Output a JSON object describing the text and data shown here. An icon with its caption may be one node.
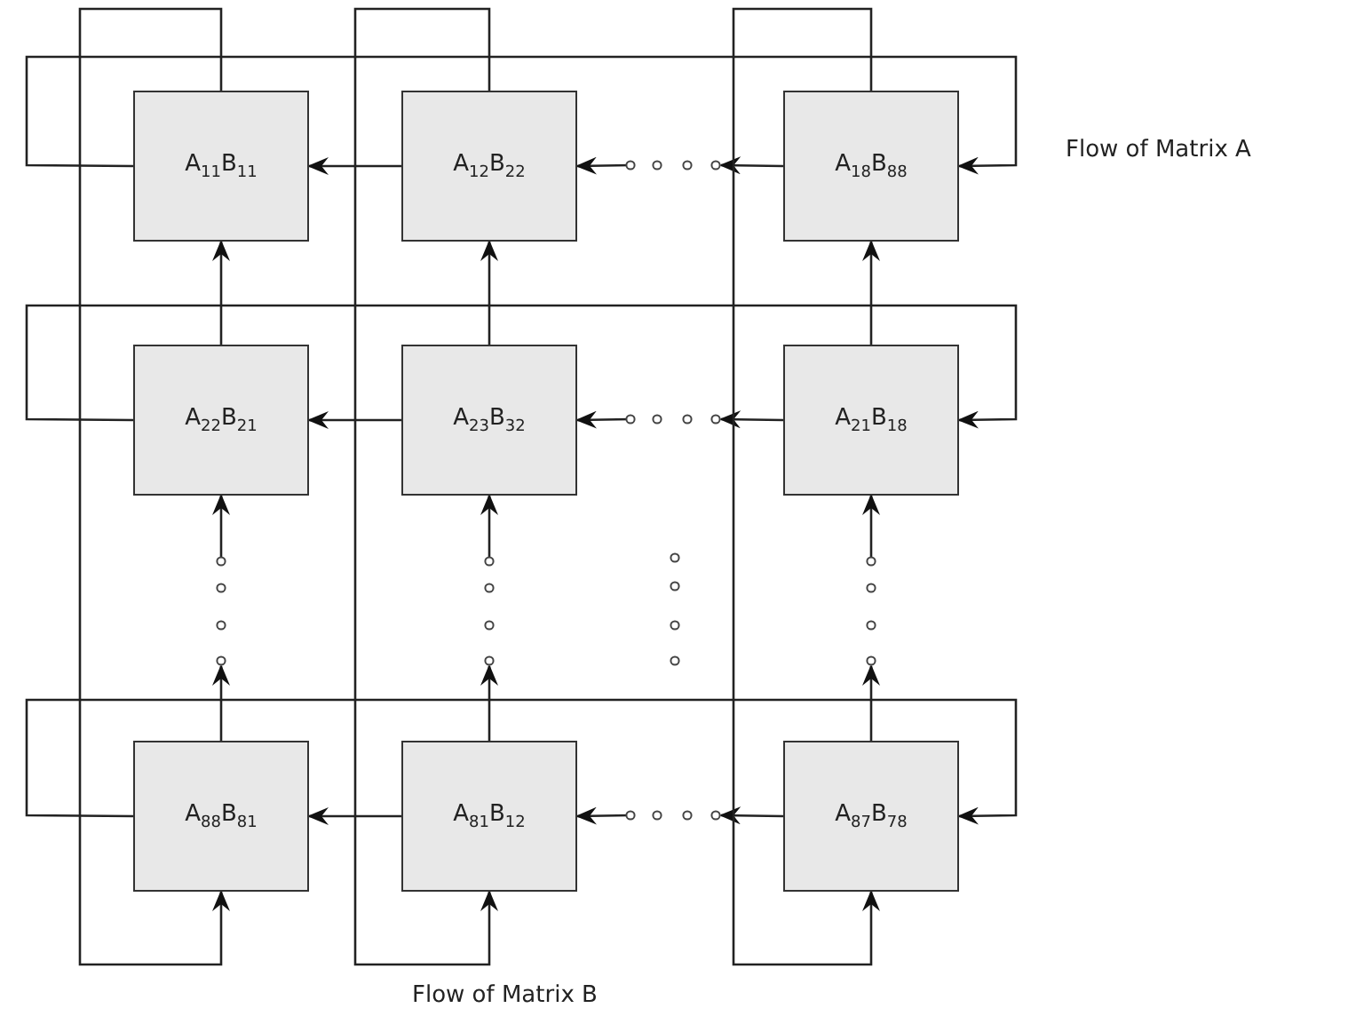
{
  "diagram": {
    "nodes": [
      {
        "text": [
          "A$_{11}$B$_{11}$"
        ]
      },
      {
        "text": [
          "A$_{12}$B$_{22}$"
        ]
      },
      {
        "text": [
          "A$_{18}$B$_{88}$"
        ]
      },
      {
        "text": [
          "A$_{22}$B$_{21}$"
        ]
      },
      {
        "text": [
          "A$_{23}$B$_{32}$"
        ]
      },
      {
        "text": [
          "A$_{21}$B$_{18}$"
        ]
      },
      {
        "text": [
          "A$_{88}$B$_{81}$"
        ]
      },
      {
        "text": [
          "A$_{81}$B$_{12}$"
        ]
      },
      {
        "text": [
          "A$_{87}$B$_{78}$"
        ]
      }
    ],
    "edges": [
      {
        "from": 1,
        "to": 0,
        "arrow": "to"
      },
      {
        "from": null,
        "to": 1,
        "arrow": "to"
      },
      {
        "from": 2,
        "to": null,
        "arrow": "to"
      },
      {
        "from": 0,
        "to": 2,
        "arrow": "to"
      },
      {
        "from": 4,
        "to": 3,
        "arrow": "to"
      },
      {
        "from": null,
        "to": 4,
        "arrow": "to"
      },
      {
        "from": 5,
        "to": null,
        "arrow": "to"
      },
      {
        "from": 3,
        "to": 5,
        "arrow": "to"
      },
      {
        "from": 7,
        "to": 6,
        "arrow": "to"
      },
      {
        "from": null,
        "to": 7,
        "arrow": "to"
      },
      {
        "from": 8,
        "to": null,
        "arrow": "to"
      },
      {
        "from": 6,
        "to": 8,
        "arrow": "to"
      },
      {
        "from": 3,
        "to": 0,
        "arrow": "to"
      },
      {
        "from": 4,
        "to": 1,
        "arrow": "to"
      },
      {
        "from": 5,
        "to": 2,
        "arrow": "to"
      },
      {
        "from": null,
        "to": 3,
        "arrow": "to"
      },
      {
        "from": 6,
        "to": null,
        "arrow": "to"
      },
      {
        "from": null,
        "to": 4,
        "arrow": "to"
      },
      {
        "from": 7,
        "to": null,
        "arrow": "to"
      },
      {
        "from": null,
        "to": 5,
        "arrow": "to"
      },
      {
        "from": 8,
        "to": null,
        "arrow": "to"
      },
      {
        "from": 0,
        "to": 6,
        "arrow": "to"
      },
      {
        "from": 1,
        "to": 7,
        "arrow": "to"
      },
      {
        "from": 2,
        "to": 8,
        "arrow": "to"
      }
    ],
    "labels": [
      "Flow of Matrix A",
      "Flow of Matrix B"
    ]
  }
}
